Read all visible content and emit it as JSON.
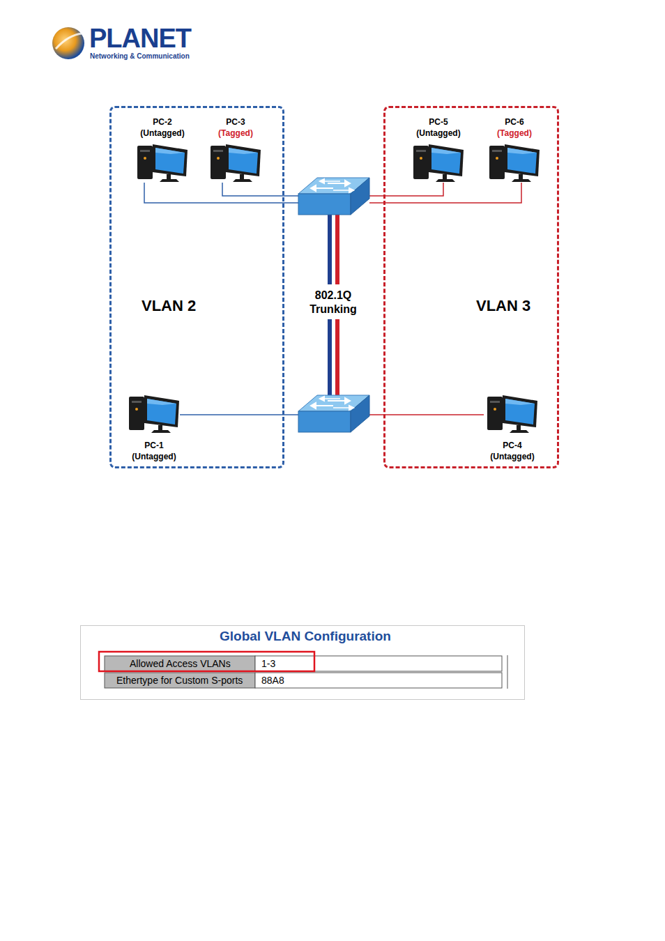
{
  "diagram": {
    "nodes": [
      {
        "text": [
          "VLAN 2"
        ]
      },
      {
        "text": [
          "PC-2",
          "(Untagged)"
        ],
        "in": 0
      },
      {
        "text": [
          "PC-3",
          "(Tagged)"
        ],
        "in": 0
      },
      {
        "text": [
          "PC-1",
          "(Untagged)"
        ],
        "in": 0
      },
      {
        "text": [
          "VLAN 3"
        ]
      },
      {
        "text": [
          "PC-5",
          "(Untagged)"
        ],
        "in": 4
      },
      {
        "text": [
          "PC-6",
          "(Tagged)"
        ],
        "in": 4
      },
      {
        "text": [
          "PC-4",
          "(Untagged)"
        ],
        "in": 4
      }
    ],
    "labels": [
      "PLANET",
      "Networking & Communication",
      "802.1Q Trunking",
      "Global VLAN Configuration",
      "Allowed Access VLANs",
      "1-3",
      "Ethertype for Custom S-ports",
      "88A8"
    ]
  }
}
